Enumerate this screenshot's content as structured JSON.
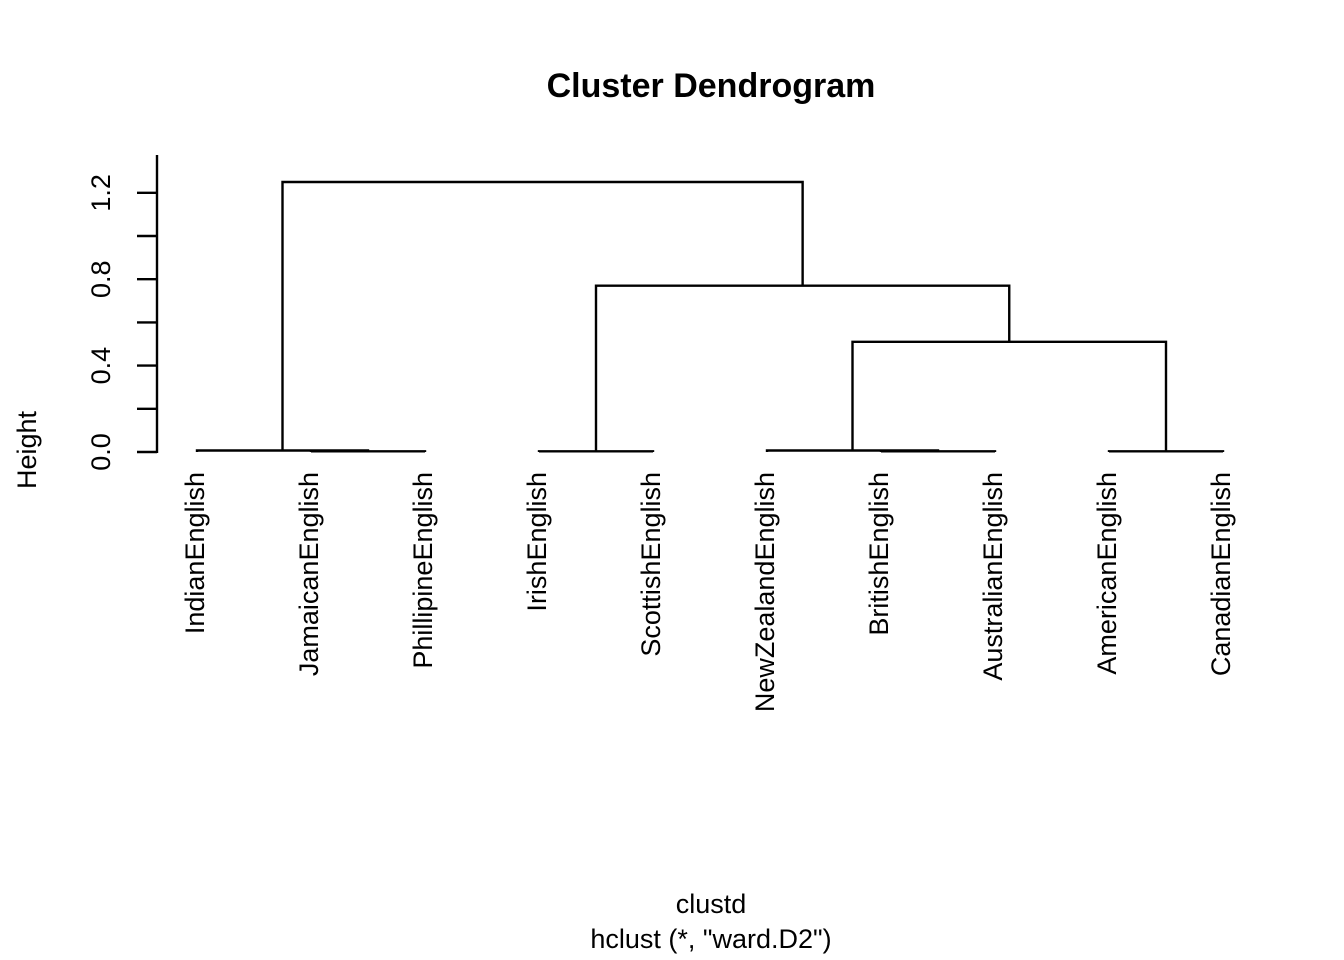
{
  "figure": {
    "background_color": "#ffffff",
    "foreground_color": "#000000"
  },
  "chart_data": {
    "type": "dendrogram",
    "title": "Cluster Dendrogram",
    "ylabel": "Height",
    "xlabel_lines": [
      "clustd",
      "hclust (*, \"ward.D2\")"
    ],
    "ylim": [
      0,
      1.375
    ],
    "grid": "off",
    "leaf_order_note": "leaves drawn left to right at height 0",
    "leaves": [
      "IndianEnglish",
      "JamaicanEnglish",
      "PhillipineEnglish",
      "IrishEnglish",
      "ScottishEnglish",
      "NewZealandEnglish",
      "BritishEnglish",
      "AustralianEnglish",
      "AmericanEnglish",
      "CanadianEnglish"
    ],
    "merges": [
      {
        "id": "m1",
        "children": [
          "JamaicanEnglish",
          "PhillipineEnglish"
        ],
        "height": 0.003
      },
      {
        "id": "m2",
        "children": [
          "IndianEnglish",
          "m1"
        ],
        "height": 0.007
      },
      {
        "id": "m3",
        "children": [
          "BritishEnglish",
          "AustralianEnglish"
        ],
        "height": 0.003
      },
      {
        "id": "m4",
        "children": [
          "NewZealandEnglish",
          "m3"
        ],
        "height": 0.007
      },
      {
        "id": "m5",
        "children": [
          "AmericanEnglish",
          "CanadianEnglish"
        ],
        "height": 0.003
      },
      {
        "id": "m6",
        "children": [
          "IrishEnglish",
          "ScottishEnglish"
        ],
        "height": 0.003
      },
      {
        "id": "m7",
        "children": [
          "m4",
          "m5"
        ],
        "height": 0.51
      },
      {
        "id": "m8",
        "children": [
          "m6",
          "m7"
        ],
        "height": 0.77
      },
      {
        "id": "m9",
        "children": [
          "m2",
          "m8"
        ],
        "height": 1.25
      }
    ],
    "y_axis": {
      "tick_values": [
        0,
        0.2,
        0.4,
        0.6,
        0.8,
        1.0,
        1.2
      ],
      "tick_labels": [
        "0.0",
        "",
        "0.4",
        "",
        "0.8",
        "",
        "1.2"
      ]
    }
  }
}
